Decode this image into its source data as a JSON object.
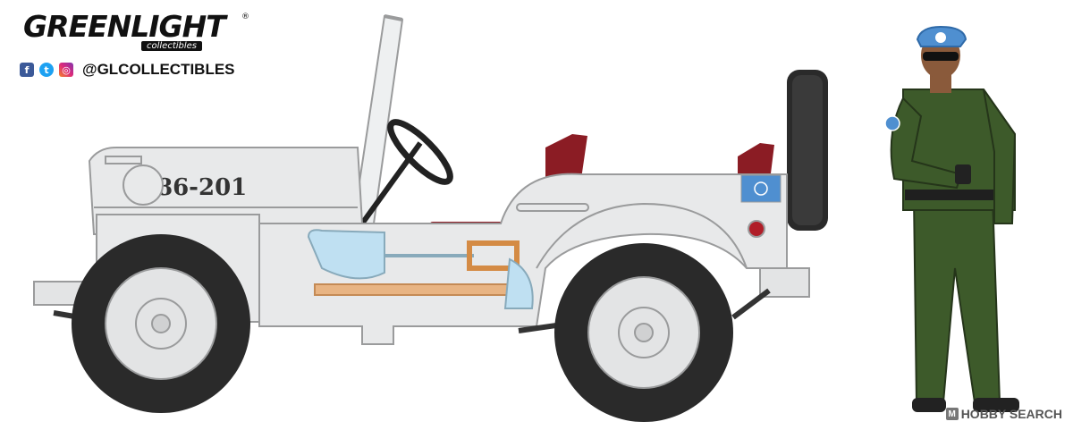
{
  "brand": {
    "name": "GREENLIGHT",
    "sub": "collectibles",
    "reg": "®"
  },
  "social": {
    "icons": [
      "facebook-icon",
      "twitter-icon",
      "instagram-icon"
    ],
    "handle": "@GLCOLLECTIBLES"
  },
  "vehicle": {
    "number": "86-201",
    "body_color": "#e8e9ea",
    "seat_color": "#8b1c24"
  },
  "figure": {
    "uniform_color": "#3d5a2a",
    "beret_color": "#4f8fd0"
  },
  "watermark": {
    "text": "HOBBY SEARCH",
    "box": "M"
  }
}
